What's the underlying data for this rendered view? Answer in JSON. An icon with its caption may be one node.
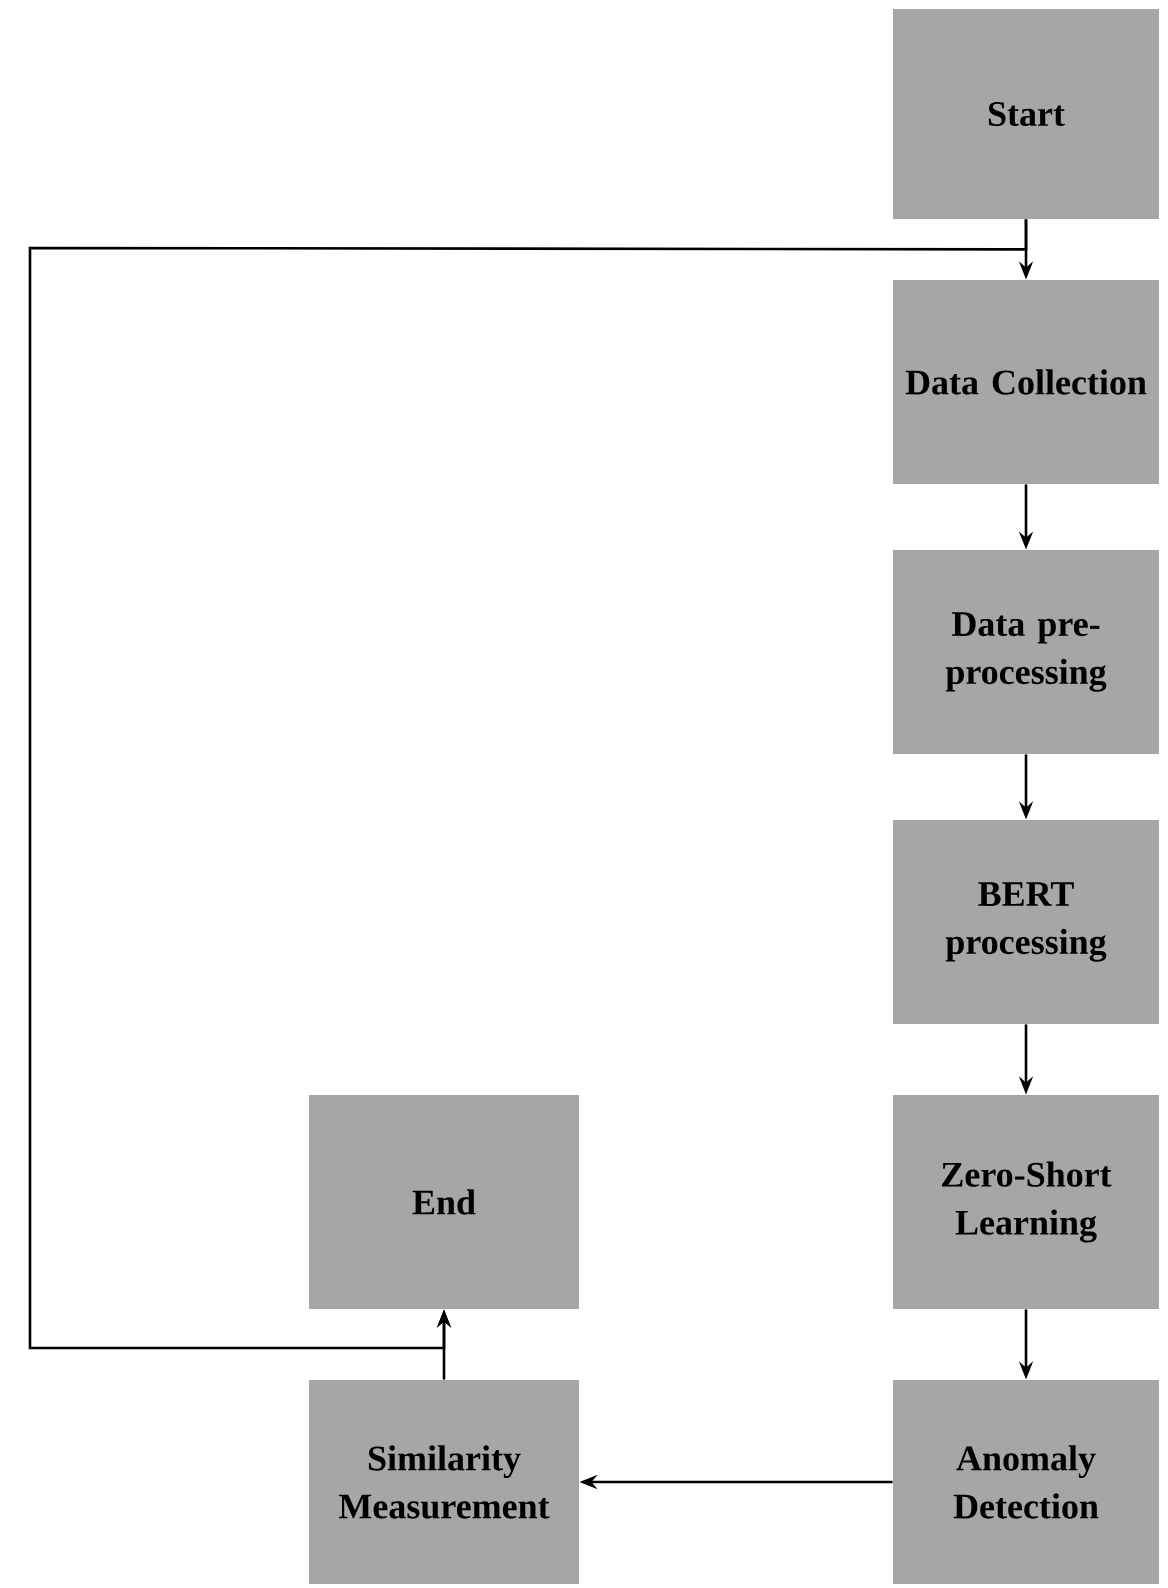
{
  "diagram": {
    "nodes": [
      {
        "text": [
          "Start"
        ]
      },
      {
        "text": [
          "Data Collection"
        ]
      },
      {
        "text": [
          "Data pre-processing"
        ]
      },
      {
        "text": [
          "BERT processing"
        ]
      },
      {
        "text": [
          "Zero-Short Learning"
        ]
      },
      {
        "text": [
          "Anomaly Detection"
        ]
      },
      {
        "text": [
          "Similarity Measurement"
        ]
      },
      {
        "text": [
          "End"
        ]
      }
    ],
    "edges": [
      {
        "from": 0,
        "to": 1,
        "arrow": "to"
      },
      {
        "from": 1,
        "to": 2,
        "arrow": "to"
      },
      {
        "from": 2,
        "to": 3,
        "arrow": "to"
      },
      {
        "from": 3,
        "to": 4,
        "arrow": "to"
      },
      {
        "from": 4,
        "to": 5,
        "arrow": "to"
      },
      {
        "from": 5,
        "to": 6,
        "arrow": "to"
      },
      {
        "from": 6,
        "to": 7,
        "arrow": "to"
      },
      {
        "from": 0,
        "to": 7,
        "arrow": "to"
      }
    ]
  }
}
